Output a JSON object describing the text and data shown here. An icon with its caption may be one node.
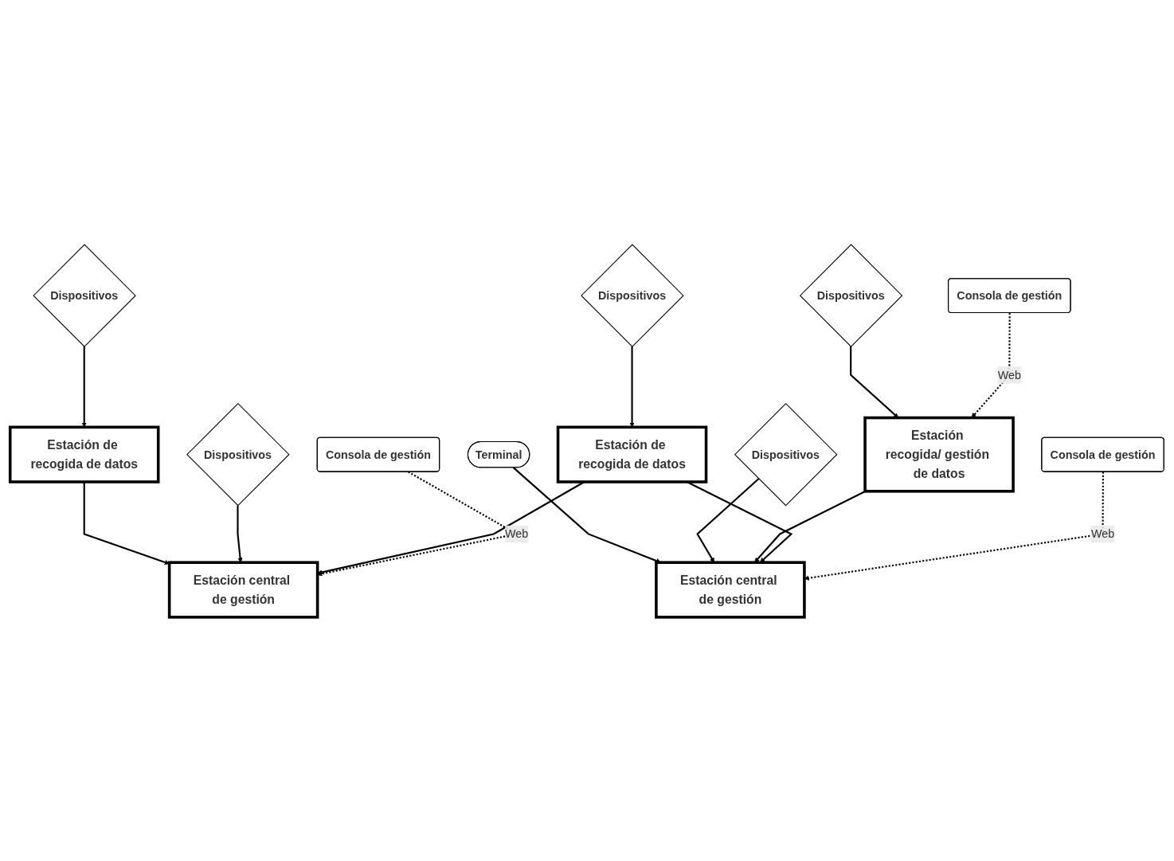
{
  "diagram": {
    "nodes": [
      {
        "text": [
          "Dispositivos"
        ]
      },
      {
        "text": [
          "Estación de recogida de datos"
        ]
      },
      {
        "text": [
          "Terminal"
        ]
      },
      {
        "text": [
          "Dispositivos"
        ]
      },
      {
        "text": [
          "Dispositivos"
        ]
      },
      {
        "text": [
          "Dispositivos"
        ]
      },
      {
        "text": [
          "Estación central de gestión"
        ]
      },
      {
        "text": [
          "Estación central de gestión"
        ]
      },
      {
        "text": [
          "Estación recogida/ gestión de datos"
        ]
      },
      {
        "text": [
          "Estación de recogida de datos"
        ]
      },
      {
        "text": [
          "Consola de gestión"
        ]
      },
      {
        "text": [
          "Consola de gestión"
        ]
      },
      {
        "text": [
          "Consola de gestión"
        ]
      },
      {
        "text": [
          "Dispositivos"
        ]
      }
    ],
    "edges": [
      {
        "from": 0,
        "to": 1,
        "arrow": "to"
      },
      {
        "from": 1,
        "to": 7,
        "arrow": "to"
      },
      {
        "from": 2,
        "to": 6,
        "arrow": "to"
      },
      {
        "from": 3,
        "to": 6,
        "arrow": "to"
      },
      {
        "from": 4,
        "to": 8,
        "arrow": "to"
      },
      {
        "from": 5,
        "to": 7,
        "arrow": "to"
      },
      {
        "from": 8,
        "to": 6,
        "arrow": "to"
      },
      {
        "from": 9,
        "to": 6,
        "arrow": "to"
      },
      {
        "from": 9,
        "to": 7,
        "arrow": "to"
      },
      {
        "from": 13,
        "to": 9,
        "arrow": "to"
      },
      {
        "from": 12,
        "to": 8,
        "arrow": "to",
        "label": "Web",
        "style": "dashed"
      },
      {
        "from": 10,
        "to": 6,
        "arrow": "to",
        "label": "Web",
        "style": "dashed"
      },
      {
        "from": 11,
        "to": 7,
        "arrow": "to",
        "label": "Web",
        "style": "dashed"
      }
    ]
  }
}
